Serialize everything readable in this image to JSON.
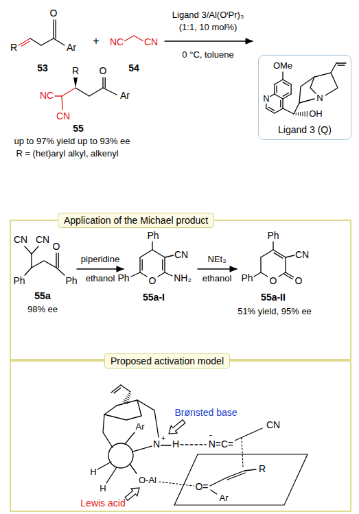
{
  "diagram": {
    "nodes": [
      {
        "text": [
          "Ligand 3 (Q)"
        ]
      },
      {
        "text": [
          "Application of the Michael product"
        ]
      },
      {
        "text": [
          "Proposed activation model"
        ]
      }
    ],
    "labels": [
      "R",
      "O",
      "Ar",
      "53",
      "+",
      "NC",
      "CN",
      "54",
      "Ligand 3/Al(OⁱPr)₃",
      "(1:1, 10 mol%)",
      "0 °C, toluene",
      "R",
      "O",
      "NC",
      "CN",
      "Ar",
      "55",
      "up to 97% yield up to 93% ee",
      "R = (het)aryl alkyl, alkenyl",
      "OMe",
      "N",
      "OH",
      "N",
      "CN",
      "CN",
      "O",
      "Ph",
      "Ph",
      "55a",
      "98% ee",
      "piperidine",
      "ethanol",
      "Ph",
      "CN",
      "Ph",
      "O",
      "NH₂",
      "55a-I",
      "NEt₃",
      "ethanol",
      "Ph",
      "CN",
      "Ph",
      "O",
      "O",
      "55a-II",
      "51% yield, 95% ee",
      "Brønsted base",
      "Ar",
      "N",
      "+",
      "H",
      "-",
      "N=C=",
      "CN",
      "H",
      "H",
      "O-Al",
      "O=",
      "Ar",
      "R",
      "Lewis acid"
    ]
  }
}
